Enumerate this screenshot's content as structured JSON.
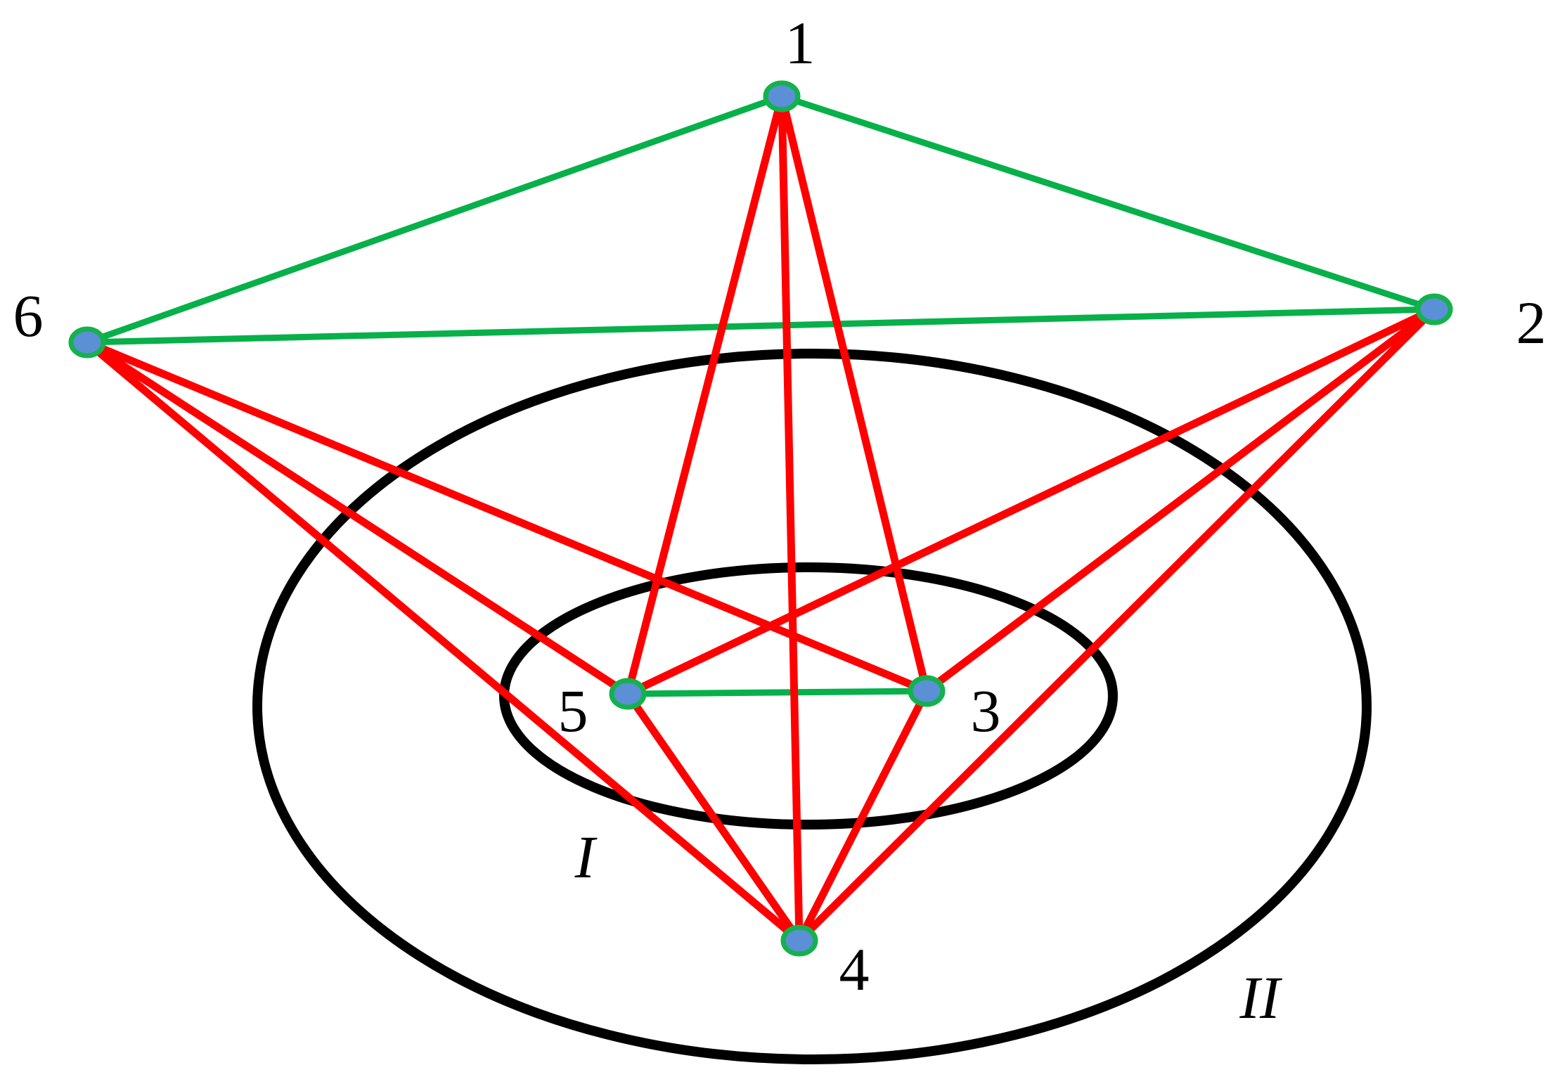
{
  "diagram": {
    "nodes": [
      {
        "id": "1",
        "label": "1"
      },
      {
        "id": "2",
        "label": "2"
      },
      {
        "id": "3",
        "label": "3"
      },
      {
        "id": "4",
        "label": "4"
      },
      {
        "id": "5",
        "label": "5"
      },
      {
        "id": "6",
        "label": "6"
      }
    ],
    "green_edges": [
      [
        "1",
        "2"
      ],
      [
        "1",
        "6"
      ],
      [
        "6",
        "2"
      ],
      [
        "5",
        "3"
      ]
    ],
    "red_edges": [
      [
        "1",
        "5"
      ],
      [
        "1",
        "4"
      ],
      [
        "1",
        "3"
      ],
      [
        "2",
        "5"
      ],
      [
        "2",
        "3"
      ],
      [
        "2",
        "4"
      ],
      [
        "6",
        "5"
      ],
      [
        "6",
        "3"
      ],
      [
        "6",
        "4"
      ],
      [
        "5",
        "4"
      ],
      [
        "3",
        "4"
      ]
    ],
    "regions": [
      {
        "id": "inner",
        "label": "I"
      },
      {
        "id": "outer",
        "label": "II"
      }
    ],
    "colors": {
      "green_edge": "#08b04a",
      "red_edge": "#ff0000",
      "node_fill": "#5b8fd6",
      "node_stroke": "#13b24b",
      "ellipse_stroke": "#000000"
    }
  }
}
